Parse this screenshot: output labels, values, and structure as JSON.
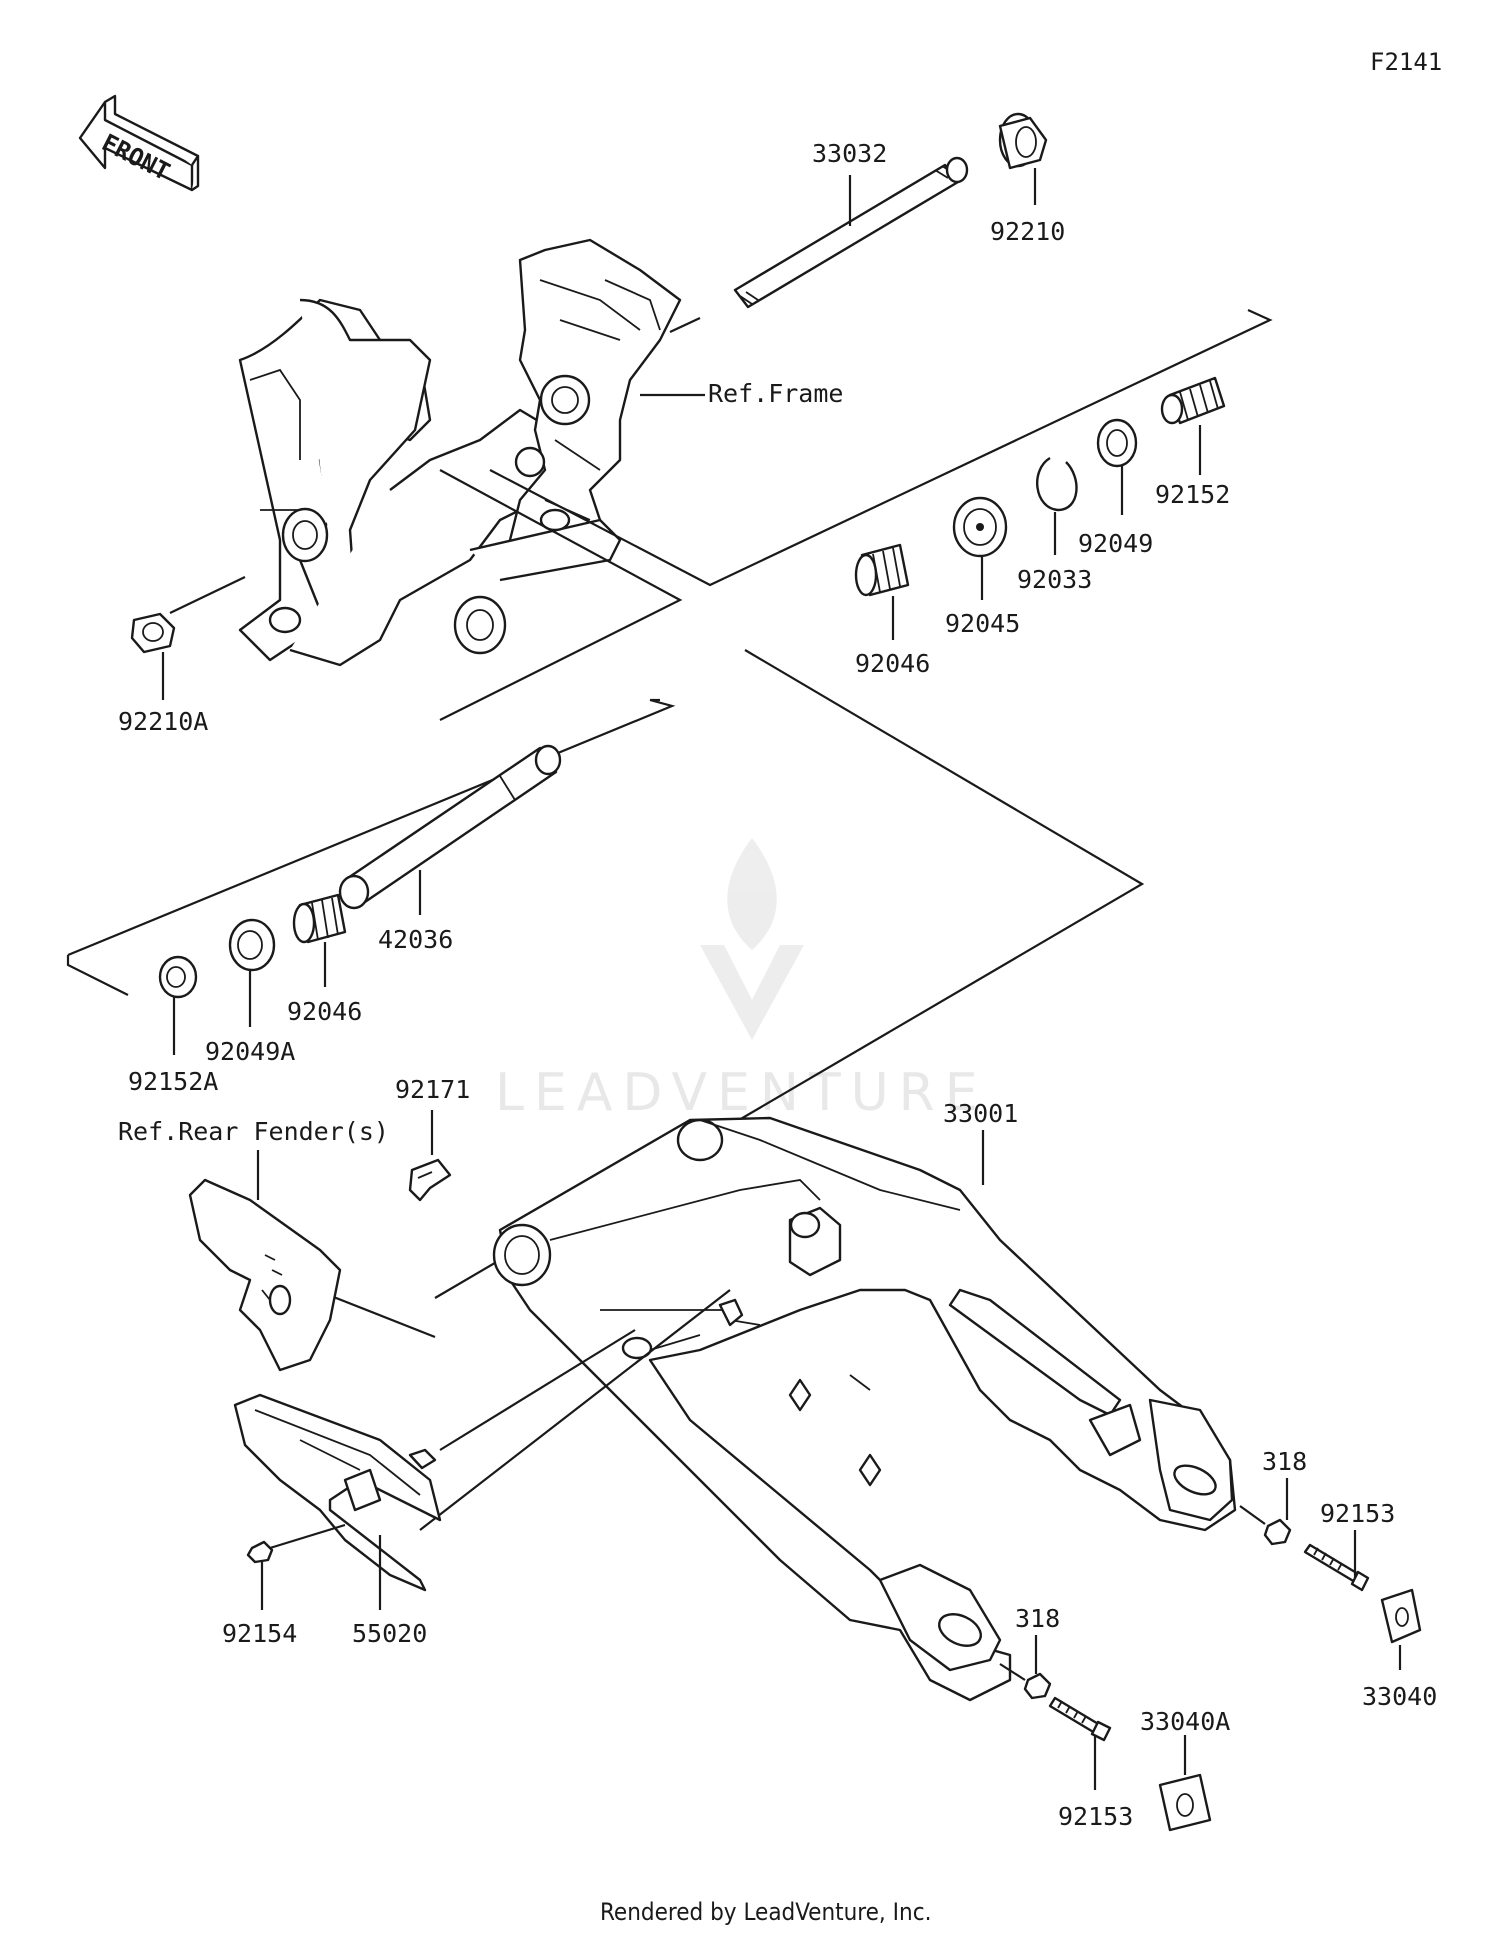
{
  "diagram_code": "F2141",
  "front_badge": "FRONT",
  "footer": "Rendered by LeadVenture, Inc.",
  "watermark": "LEADVENTURE",
  "parts": {
    "p33032": "33032",
    "p92210": "92210",
    "p92210A": "92210A",
    "p92152": "92152",
    "p92049": "92049",
    "p92033": "92033",
    "p92045": "92045",
    "p92046_upper": "92046",
    "p42036": "42036",
    "p92046_lower": "92046",
    "p92049A": "92049A",
    "p92152A": "92152A",
    "p92171": "92171",
    "p33001": "33001",
    "p318_right": "318",
    "p92153_right": "92153",
    "p33040": "33040",
    "p318_lower": "318",
    "p92153_lower": "92153",
    "p33040A": "33040A",
    "p92154": "92154",
    "p55020": "55020"
  },
  "refs": {
    "frame": "Ref.Frame",
    "rear_fender": "Ref.Rear Fender(s)"
  }
}
